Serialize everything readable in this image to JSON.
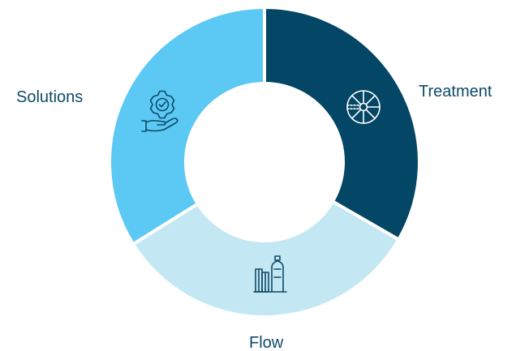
{
  "diagram": {
    "colors": {
      "background": "#ffffff",
      "label_text": "#0e4a67",
      "icon_stroke": "#0e4a67",
      "icon_stroke_light": "#ffffff"
    },
    "segments": [
      {
        "id": "treatment",
        "label": "Treatment",
        "color": "#034665",
        "icon": "water-treatment-wheel-icon"
      },
      {
        "id": "flow",
        "label": "Flow",
        "color": "#c3e7f3",
        "icon": "storage-tanks-icon"
      },
      {
        "id": "solutions",
        "label": "Solutions",
        "color": "#5bc9f4",
        "icon": "hand-gear-check-icon"
      }
    ]
  }
}
